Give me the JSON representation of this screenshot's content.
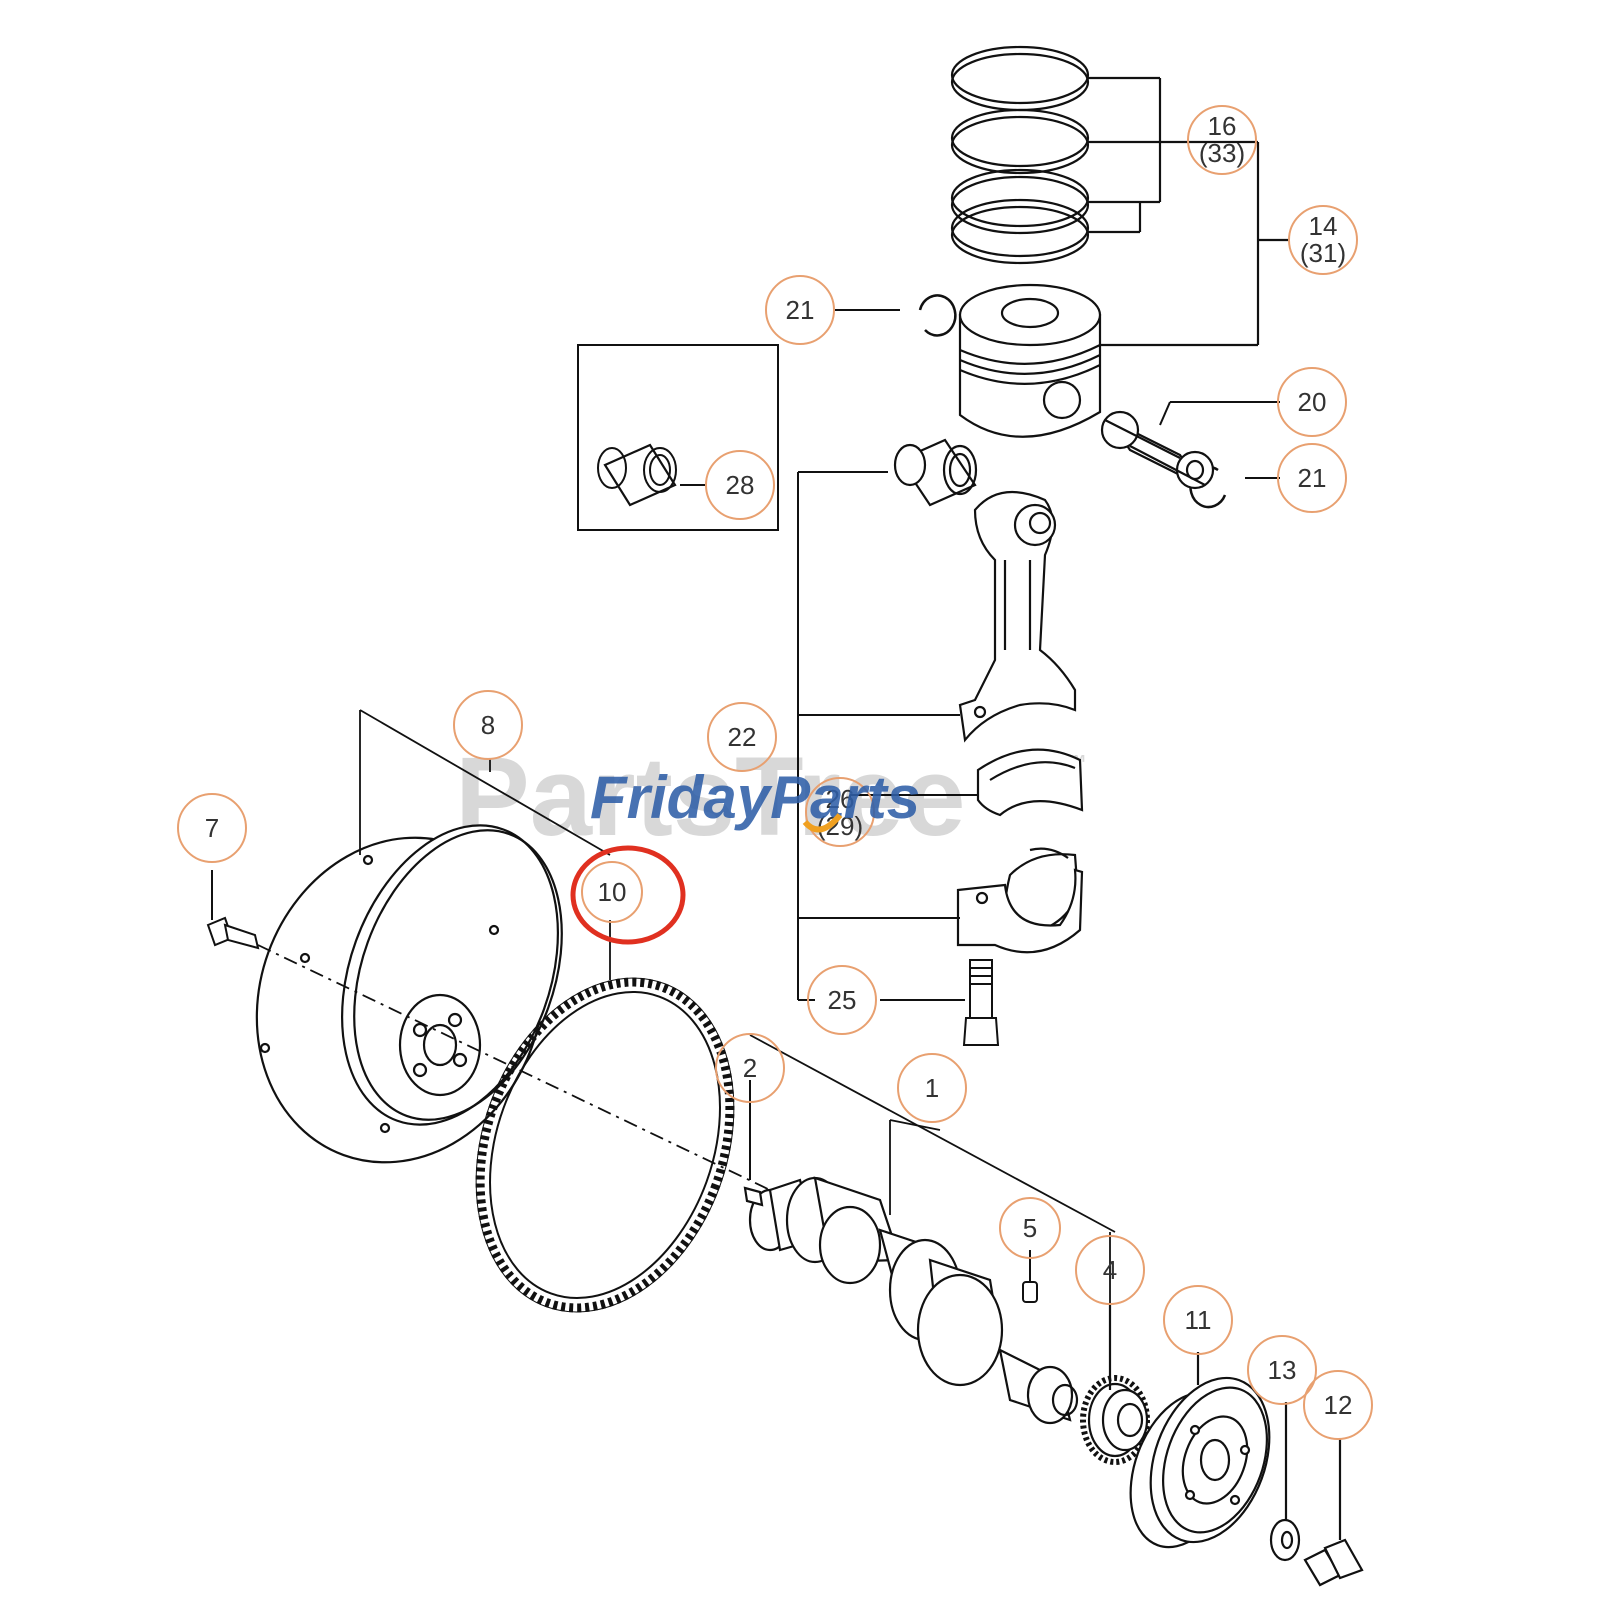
{
  "watermarks": {
    "background": "PartsTree",
    "background_tm": "™",
    "brand_part1": "Friday",
    "brand_part2": "Parts"
  },
  "callouts": [
    {
      "id": "c16",
      "text": "16",
      "sub": "(33)"
    },
    {
      "id": "c14",
      "text": "14",
      "sub": "(31)"
    },
    {
      "id": "c21a",
      "text": "21"
    },
    {
      "id": "c20",
      "text": "20"
    },
    {
      "id": "c21b",
      "text": "21"
    },
    {
      "id": "c28",
      "text": "28"
    },
    {
      "id": "c22",
      "text": "22"
    },
    {
      "id": "c26",
      "text": "26",
      "sub": "(29)"
    },
    {
      "id": "c25",
      "text": "25"
    },
    {
      "id": "c8",
      "text": "8"
    },
    {
      "id": "c7",
      "text": "7"
    },
    {
      "id": "c10",
      "text": "10"
    },
    {
      "id": "c2",
      "text": "2"
    },
    {
      "id": "c1",
      "text": "1"
    },
    {
      "id": "c5",
      "text": "5"
    },
    {
      "id": "c4",
      "text": "4"
    },
    {
      "id": "c11",
      "text": "11"
    },
    {
      "id": "c13",
      "text": "13"
    },
    {
      "id": "c12",
      "text": "12"
    }
  ],
  "colors": {
    "callout_ring": "#e8a070",
    "highlight_ring": "#e03020",
    "line": "#111111",
    "brand_blue": "#2f5fa8",
    "brand_orange": "#f0a020",
    "watermark_gray": "#d6d6d6"
  }
}
